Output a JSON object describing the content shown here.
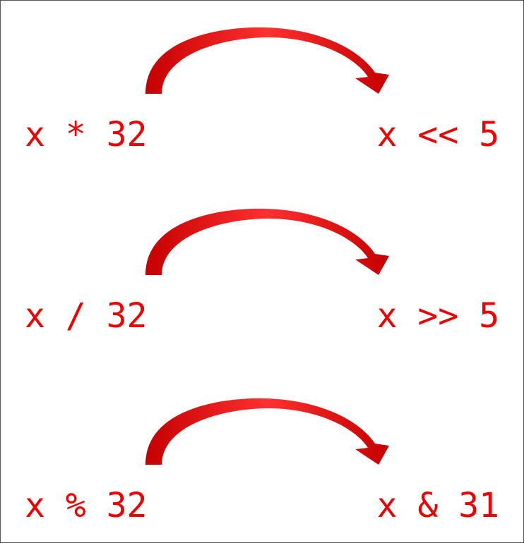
{
  "colors": {
    "accent": "#ee0000",
    "arrow_dark": "#c40000",
    "arrow_light": "#ff2020",
    "background": "#ffffff",
    "border": "#555555"
  },
  "rows": [
    {
      "original": "x * 32",
      "optimized": "x << 5",
      "arrow_icon": "curved-arrow-right-icon"
    },
    {
      "original": "x / 32",
      "optimized": "x >> 5",
      "arrow_icon": "curved-arrow-right-icon"
    },
    {
      "original": "x % 32",
      "optimized": "x & 31",
      "arrow_icon": "curved-arrow-right-icon"
    }
  ]
}
